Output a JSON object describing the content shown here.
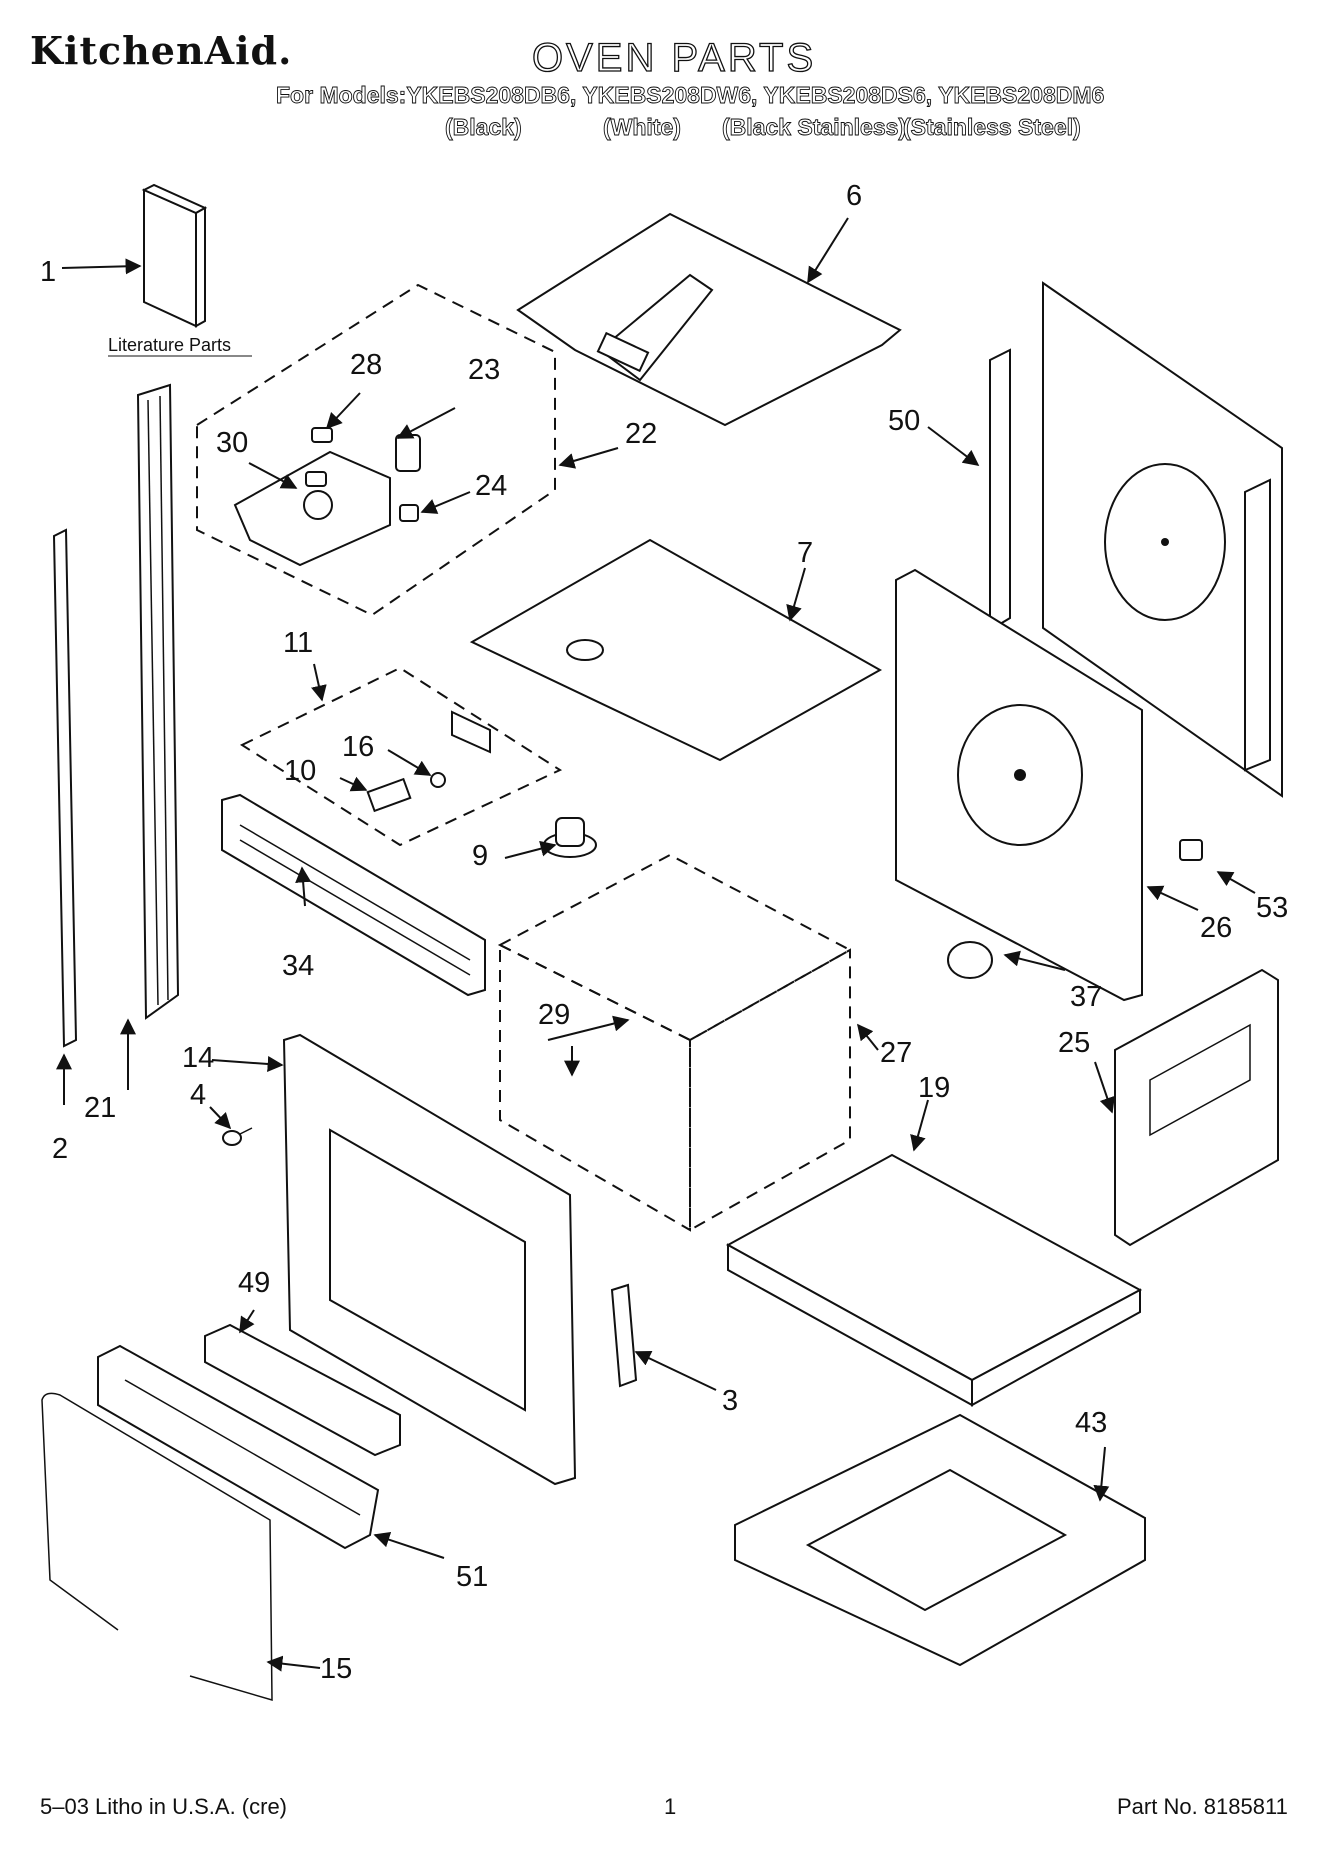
{
  "header": {
    "brand": "KitchenAid.",
    "title": "OVEN PARTS",
    "models_line": "For Models:YKEBS208DB6, YKEBS208DW6, YKEBS208DS6, YKEBS208DM6",
    "colors": [
      "(Black)",
      "(White)",
      "(Black Stainless)",
      "(Stainless Steel)"
    ]
  },
  "diagram": {
    "literature_label": "Literature Parts",
    "callouts": [
      "1",
      "2",
      "3",
      "4",
      "6",
      "7",
      "9",
      "10",
      "11",
      "14",
      "15",
      "16",
      "19",
      "21",
      "22",
      "23",
      "24",
      "25",
      "26",
      "27",
      "28",
      "29",
      "30",
      "34",
      "37",
      "43",
      "49",
      "50",
      "51",
      "53"
    ]
  },
  "footer": {
    "left": "5–03 Litho in U.S.A. (cre)",
    "center": "1",
    "right": "Part No. 8185811"
  }
}
